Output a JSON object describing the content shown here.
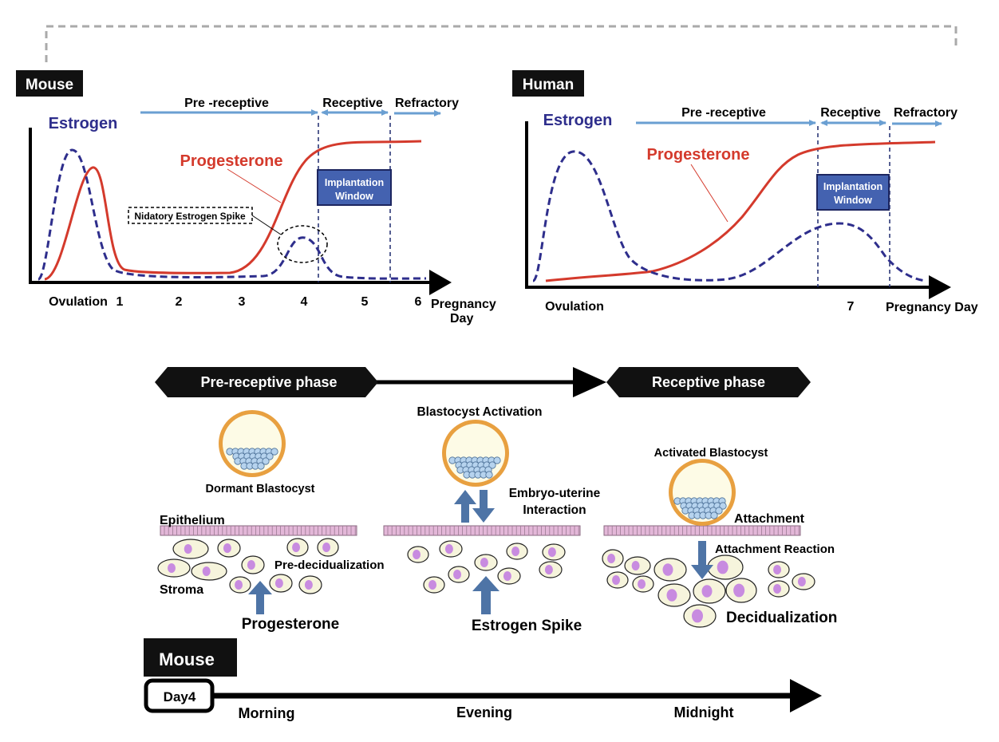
{
  "mouse_chart": {
    "tag": "Mouse",
    "estrogen_label": "Estrogen",
    "progesterone_label": "Progesterone",
    "phase_prereceptive": "Pre -receptive",
    "phase_receptive": "Receptive",
    "phase_refractory": "Refractory",
    "window_line1": "Implantation",
    "window_line2": "Window",
    "spike_label": "Nidatory Estrogen Spike",
    "x_ticks": [
      "Ovulation",
      "1",
      "2",
      "3",
      "4",
      "5",
      "6"
    ],
    "x_label_line1": "Pregnancy",
    "x_label_line2": "Day"
  },
  "human_chart": {
    "tag": "Human",
    "estrogen_label": "Estrogen",
    "progesterone_label": "Progesterone",
    "phase_prereceptive": "Pre -receptive",
    "phase_receptive": "Receptive",
    "phase_refractory": "Refractory",
    "window_line1": "Implantation",
    "window_line2": "Window",
    "x_ticks": [
      "Ovulation",
      "7"
    ],
    "x_label": "Pregnancy Day"
  },
  "timeline": {
    "prereceptive_phase": "Pre-receptive phase",
    "receptive_phase": "Receptive phase",
    "dormant_blastocyst": "Dormant Blastocyst",
    "blastocyst_activation": "Blastocyst Activation",
    "embryo_line1": "Embryo-uterine",
    "embryo_line2": "Interaction",
    "activated_blastocyst": "Activated Blastocyst",
    "attachment": "Attachment",
    "attachment_reaction": "Attachment Reaction",
    "epithelium": "Epithelium",
    "stroma": "Stroma",
    "predecidualization": "Pre-decidualization",
    "progesterone": "Progesterone",
    "estrogen_spike": "Estrogen Spike",
    "decidualization": "Decidualization"
  },
  "bottom": {
    "tag": "Mouse",
    "day": "Day4",
    "morning": "Morning",
    "evening": "Evening",
    "midnight": "Midnight"
  },
  "colors": {
    "estrogen": "#2e2e8c",
    "progesterone": "#d43a2c",
    "phase_arrow": "#6a9fd2",
    "window_fill": "#4462b0",
    "cell_body": "#f6f4dc",
    "nucleus": "#c88be0",
    "epithelium": "#e3b7d8",
    "blastocyst_shell": "#e8a040",
    "icm": "#b6d3ee",
    "stimulus_arrow": "#4e74a6"
  }
}
